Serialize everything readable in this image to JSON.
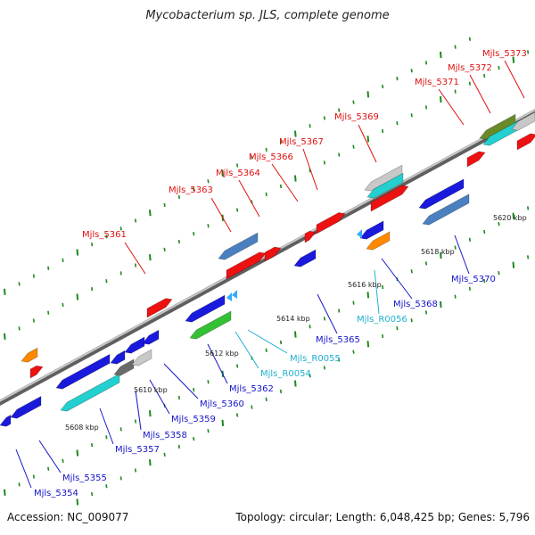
{
  "title": "Mycobacterium sp. JLS, complete genome",
  "footer": {
    "accession": "Accession: NC_009077",
    "summary": "Topology: circular; Length: 6,048,425 bp; Genes: 5,796"
  },
  "colors": {
    "label_top": "#e01010",
    "label_bottom_blue": "#1515c8",
    "label_bottom_cyan": "#20b0d0",
    "backbone": "#888888",
    "tick_dots": "#1a8a1a"
  },
  "kbp_labels": [
    "5608 kbp",
    "5610 kbp",
    "5612 kbp",
    "5614 kbp",
    "5616 kbp",
    "5618 kbp",
    "5620 kbp"
  ],
  "top_labels": [
    "Mjls_5361",
    "Mjls_5363",
    "Mjls_5364",
    "Mjls_5366",
    "Mjls_5367",
    "Mjls_5369",
    "Mjls_5371",
    "Mjls_5372",
    "Mjls_5373"
  ],
  "bottom_labels": [
    "Mjls_5354",
    "Mjls_5355",
    "Mjls_5357",
    "Mjls_5358",
    "Mjls_5359",
    "Mjls_5360",
    "Mjls_5362",
    "Mjls_R0054",
    "Mjls_R0055",
    "Mjls_5365",
    "Mjls_R0056",
    "Mjls_5368",
    "Mjls_5370"
  ]
}
